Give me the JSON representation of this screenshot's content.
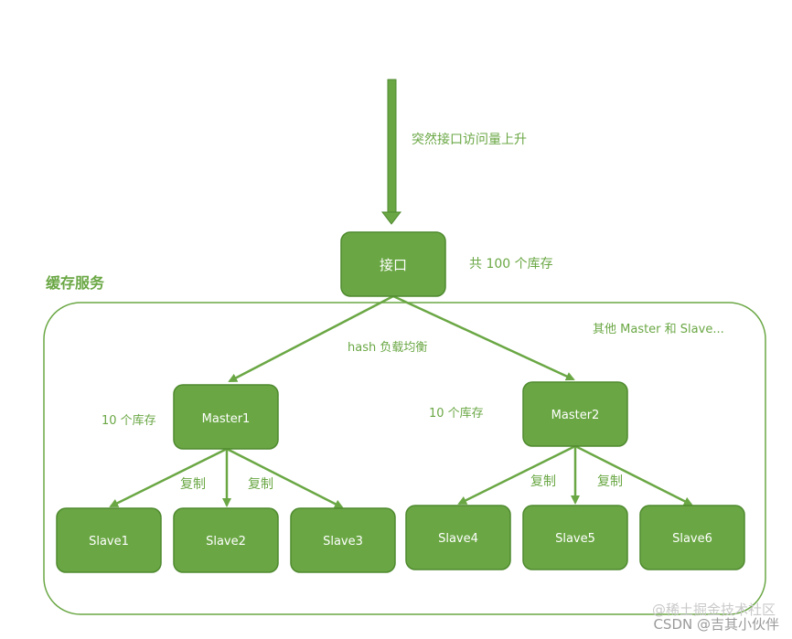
{
  "colors": {
    "node_fill": "#6aa744",
    "node_stroke": "#4f8a2f",
    "node_text": "#ffffff",
    "arrow": "#6aa744",
    "label": "#6aa744",
    "group_border": "#6aa744",
    "watermark": "#cfcfcf"
  },
  "annotations": {
    "traffic_label": "突然接口访问量上升",
    "inventory_total": "共 100 个库存",
    "group_title": "缓存服务",
    "others_note": "其他 Master 和 Slave...",
    "hash_label": "hash 负载均衡",
    "m1_inventory": "10 个库存",
    "m2_inventory": "10 个库存",
    "replicate_1": "复制",
    "replicate_2": "复制",
    "replicate_3": "复制",
    "replicate_4": "复制"
  },
  "nodes": {
    "api": "接口",
    "master1": "Master1",
    "master2": "Master2",
    "slave1": "Slave1",
    "slave2": "Slave2",
    "slave3": "Slave3",
    "slave4": "Slave4",
    "slave5": "Slave5",
    "slave6": "Slave6"
  },
  "watermark": {
    "line1": "@稀土掘金技术社区",
    "line2": "CSDN @吉其小伙伴"
  }
}
